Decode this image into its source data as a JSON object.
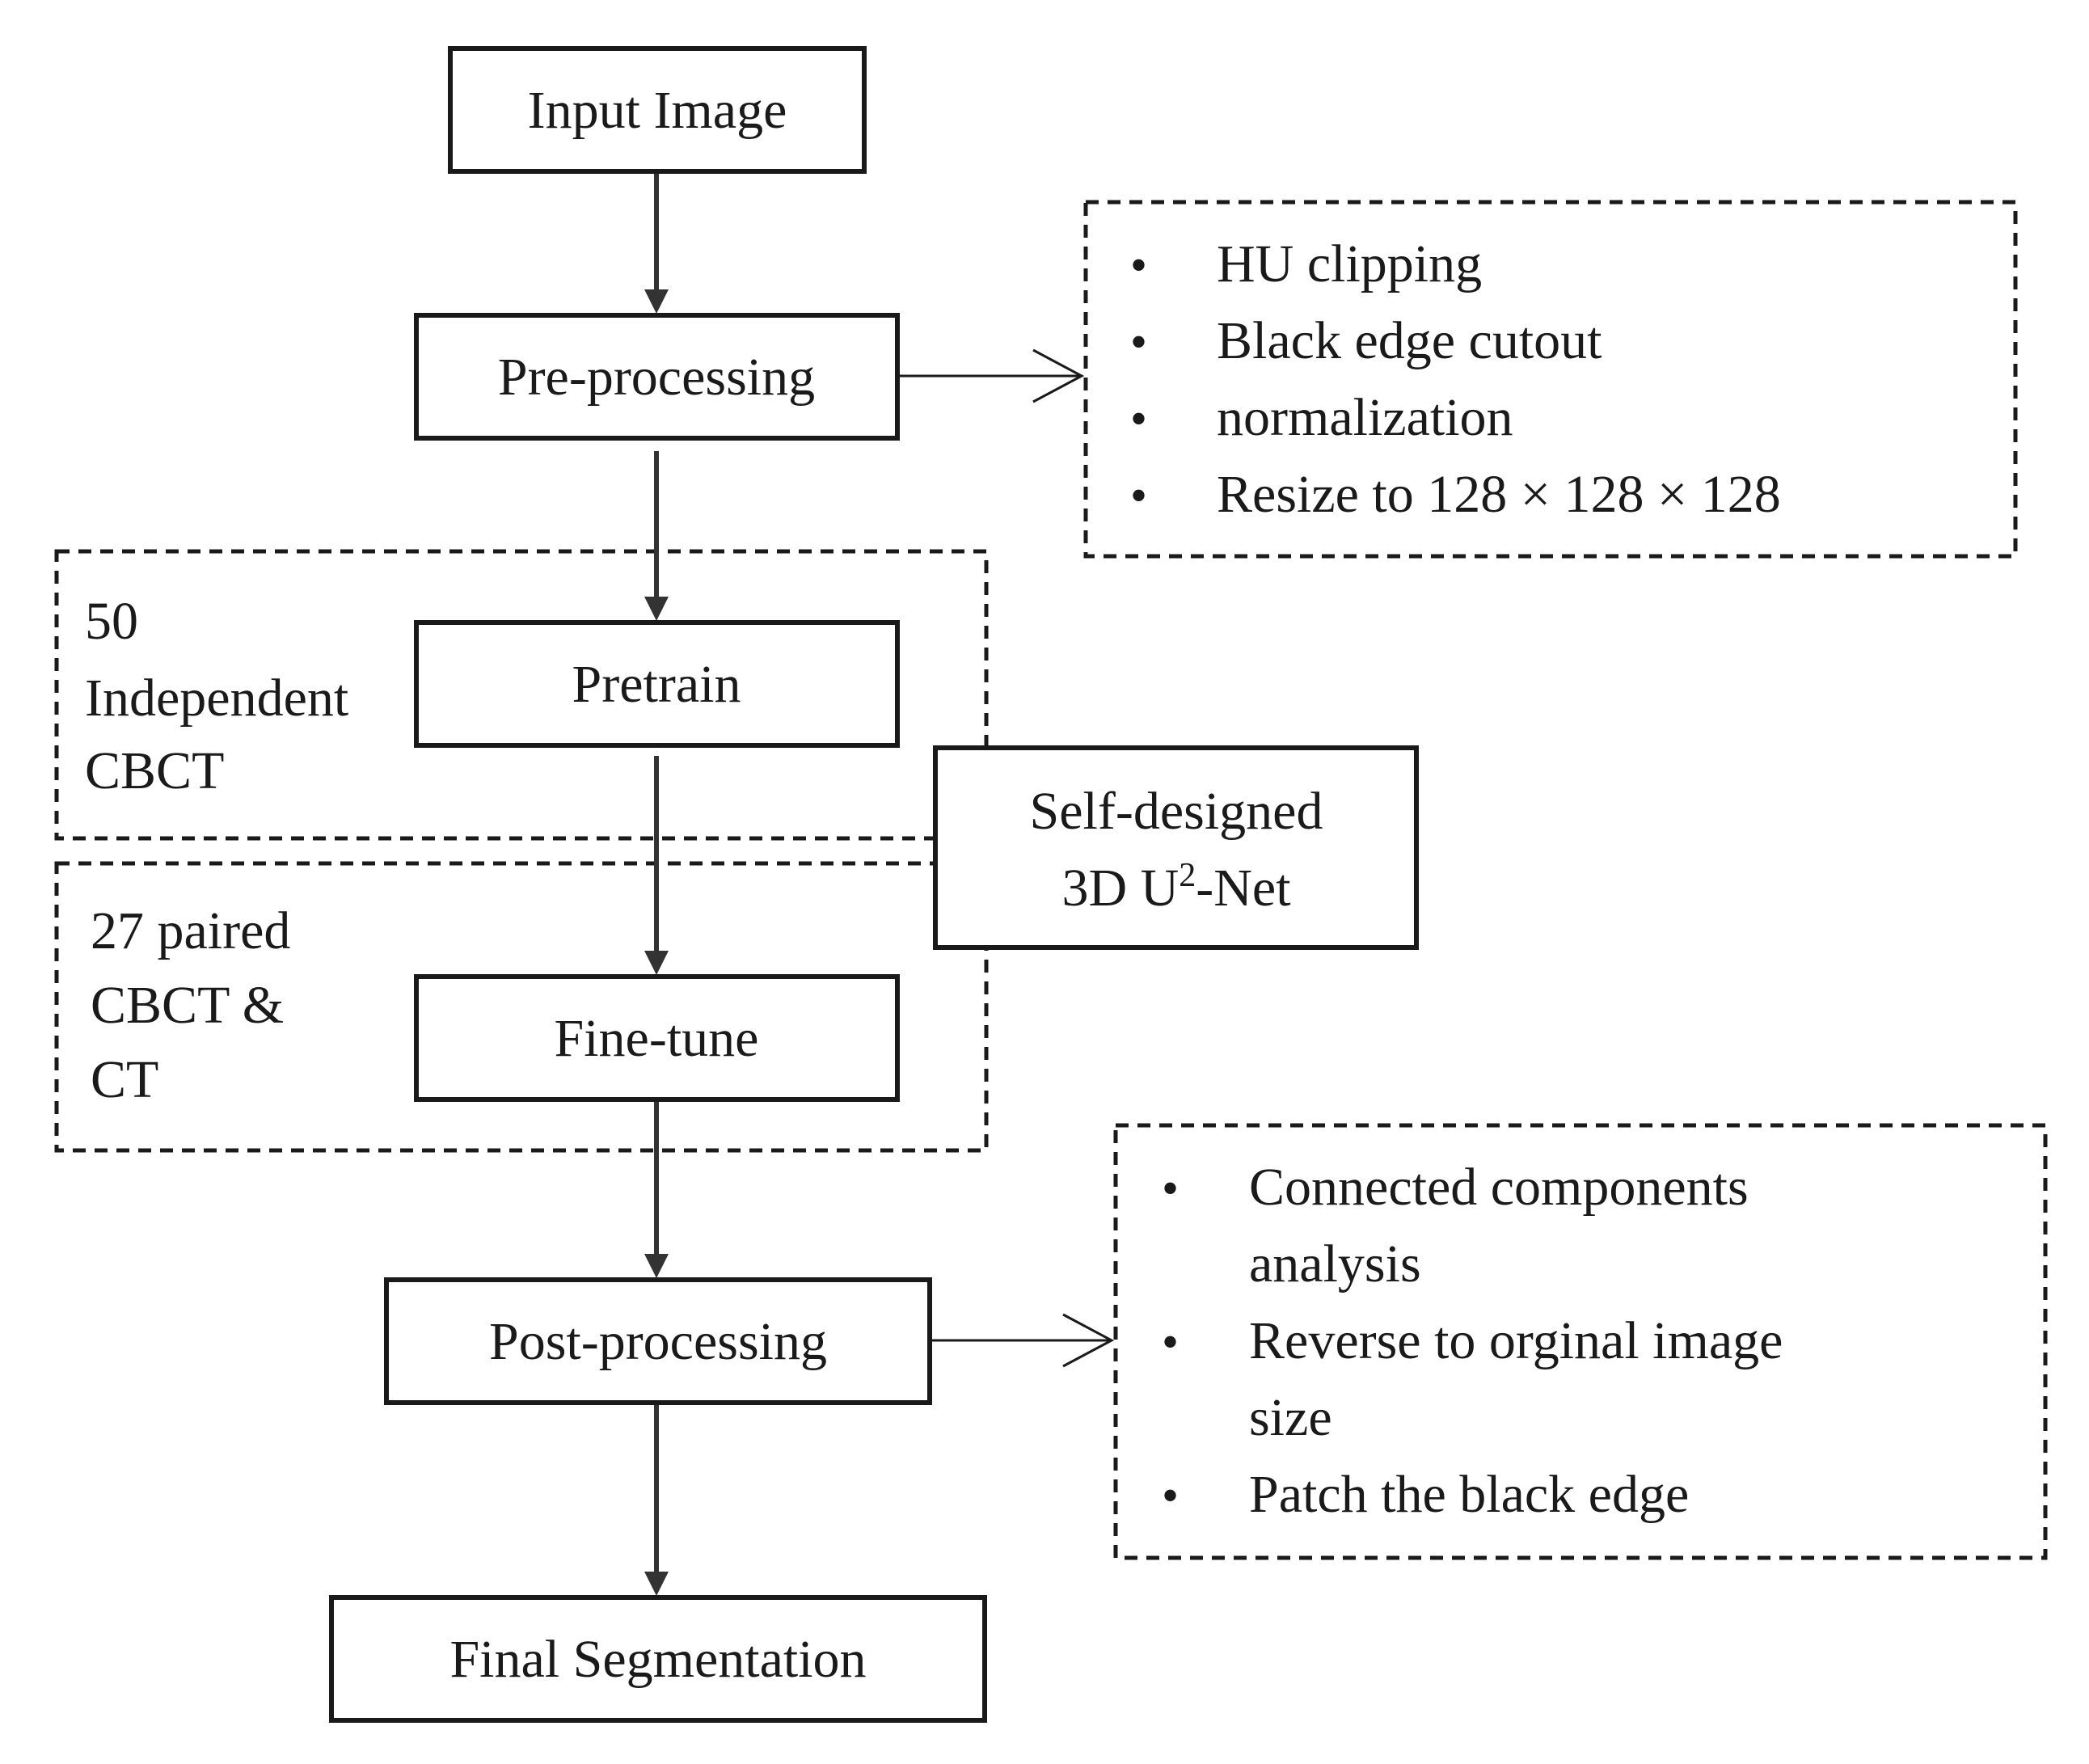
{
  "nodes": {
    "input": "Input Image",
    "preprocessing": "Pre-processing",
    "pretrain": "Pretrain",
    "finetune": "Fine-tune",
    "postprocessing": "Post-processing",
    "final": "Final Segmentation",
    "network_line1": "Self-designed",
    "network_line2_prefix": "3D U",
    "network_line2_sup": "2",
    "network_line2_suffix": "-Net"
  },
  "pretrain_group": {
    "lines": [
      "50",
      "Independent",
      "CBCT"
    ]
  },
  "finetune_group": {
    "lines": [
      "27 paired",
      "CBCT &",
      "CT"
    ]
  },
  "preprocessing_steps": {
    "bullet": "•",
    "items": [
      "HU clipping",
      "Black edge cutout",
      "normalization",
      "Resize to 128 × 128 × 128"
    ]
  },
  "postprocessing_steps": {
    "bullet": "•",
    "items": [
      {
        "line1": "Connected components",
        "line2": "analysis"
      },
      {
        "line1": "Reverse to orginal image",
        "line2": "size"
      },
      {
        "line1": "Patch the black edge",
        "line2": ""
      }
    ]
  }
}
